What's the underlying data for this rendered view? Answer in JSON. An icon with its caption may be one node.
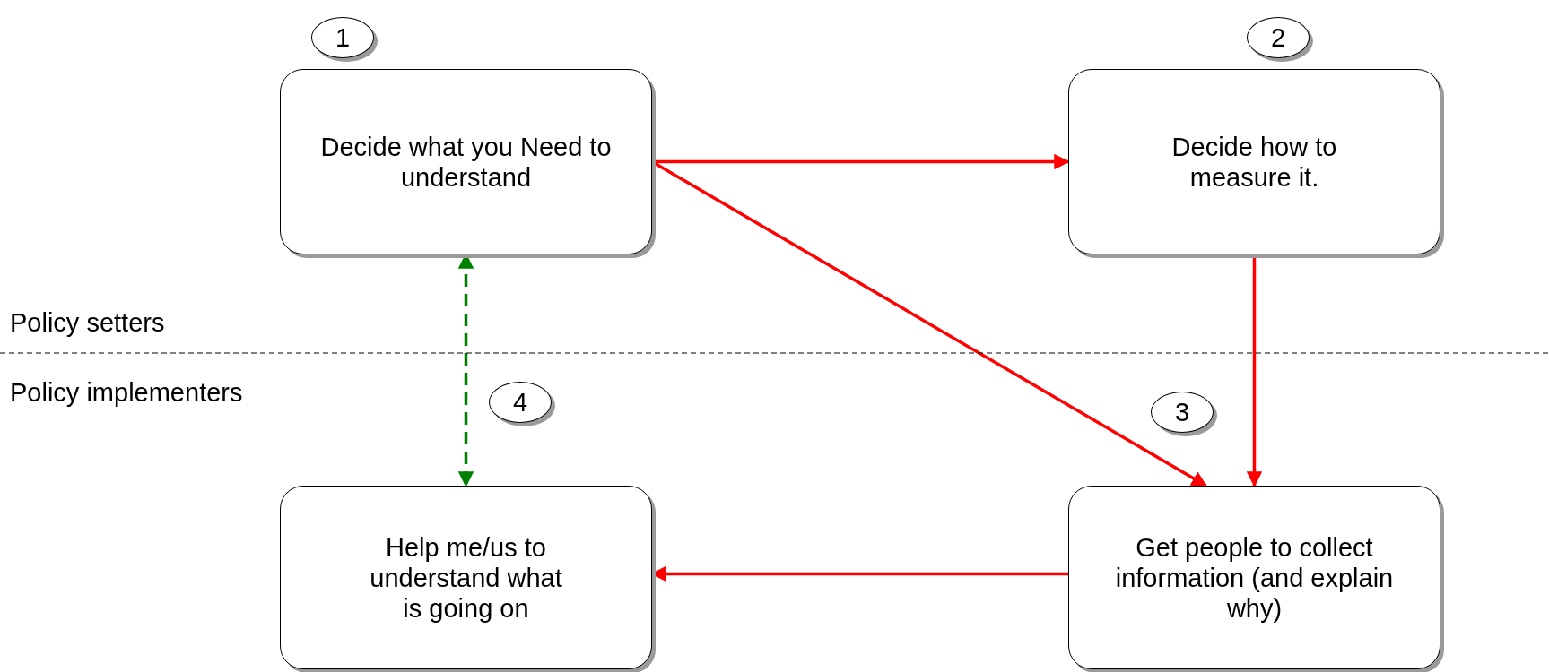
{
  "diagram": {
    "nodes": [
      {
        "text": [
          "1"
        ]
      },
      {
        "text": [
          "Decide what you Need to understand"
        ]
      },
      {
        "text": [
          "2"
        ]
      },
      {
        "text": [
          "Decide how to measure it."
        ]
      },
      {
        "text": [
          "4"
        ]
      },
      {
        "text": [
          "3"
        ]
      },
      {
        "text": [
          "Help me/us to understand what is going on"
        ]
      },
      {
        "text": [
          "Get people to collect information (and explain why)"
        ]
      }
    ],
    "edges": [
      {
        "from": 1,
        "to": 3,
        "arrow": "to"
      },
      {
        "from": 1,
        "to": 7,
        "arrow": "to"
      },
      {
        "from": 3,
        "to": 7,
        "arrow": "to"
      },
      {
        "from": 7,
        "to": 6,
        "arrow": "to"
      },
      {
        "from": 1,
        "to": 6,
        "arrow": "both",
        "style": "dashed",
        "color": "#008000"
      }
    ],
    "labels": [
      "Policy setters",
      "Policy implementers"
    ]
  }
}
